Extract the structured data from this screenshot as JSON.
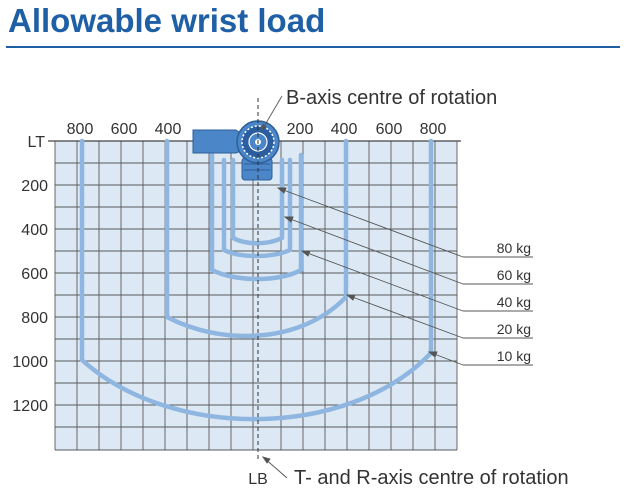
{
  "title": "Allowable wrist load",
  "annotations": {
    "b_axis": "B-axis centre of rotation",
    "tr_axis": "T- and R-axis centre of rotation",
    "lt": "LT",
    "lb": "LB"
  },
  "axis": {
    "top_ticks": [
      "800",
      "600",
      "400",
      "200",
      "400",
      "600",
      "800"
    ],
    "left_ticks": [
      "200",
      "400",
      "600",
      "800",
      "1000",
      "1200"
    ]
  },
  "loads": [
    "80 kg",
    "60 kg",
    "40 kg",
    "20 kg",
    "10 kg"
  ],
  "colors": {
    "title": "#1f5fa6",
    "panel": "#dce9f4",
    "grid": "#5a5a5a",
    "envelope": "#8fb6e0",
    "robot": "#4a86c8"
  }
}
